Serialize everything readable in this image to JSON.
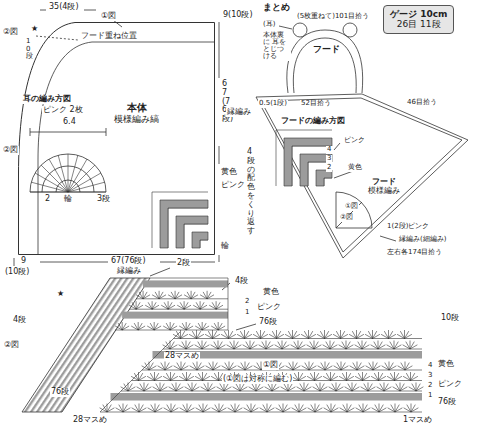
{
  "diagram": {
    "nodes": [
      {
        "text": [
          "本体",
          "模様編み縞"
        ]
      },
      {
        "text": [
          "ゲージ 10cm",
          "26目 11段"
        ]
      },
      {
        "text": [
          "フード",
          "模様編み"
        ]
      },
      {
        "text": [
          "フード"
        ]
      }
    ],
    "labels": [
      "35(4段)",
      "②図",
      "①図",
      "★",
      "10段",
      "フード重ね位置",
      "9(10段)",
      "耳の編み方図",
      "ピンク 2枚",
      "6.4",
      "2",
      "輪",
      "3段",
      "黄色",
      "ピンク",
      "4段の配色をくり返す",
      "輪",
      "②図",
      "67(76段)",
      "9",
      "(10段)",
      "67(76段)",
      "まとめ",
      "(5枚重ねて)101目拾う",
      "(耳)",
      "本体裏に 耳をとじつける",
      "0.5(1段)",
      "52目拾う",
      "46目拾う",
      "縁編み",
      "フードの編み方図",
      "ピンク",
      "4",
      "3",
      "2",
      "黄色",
      "①図",
      "②図",
      "1(2段)ピンク",
      "縁編み(細編み)",
      "左右各174目拾う",
      "縁編み",
      "2段",
      "4段",
      "黄色",
      "2",
      "1",
      "ピンク",
      "76段",
      "★",
      "4段",
      "②図",
      "76段",
      "28マスめ",
      "10段",
      "①図",
      "(①図は対称に編む)",
      "4",
      "黄色",
      "3",
      "2",
      "ピンク",
      "1",
      "76段",
      "28マスめ",
      "1マスめ"
    ]
  }
}
